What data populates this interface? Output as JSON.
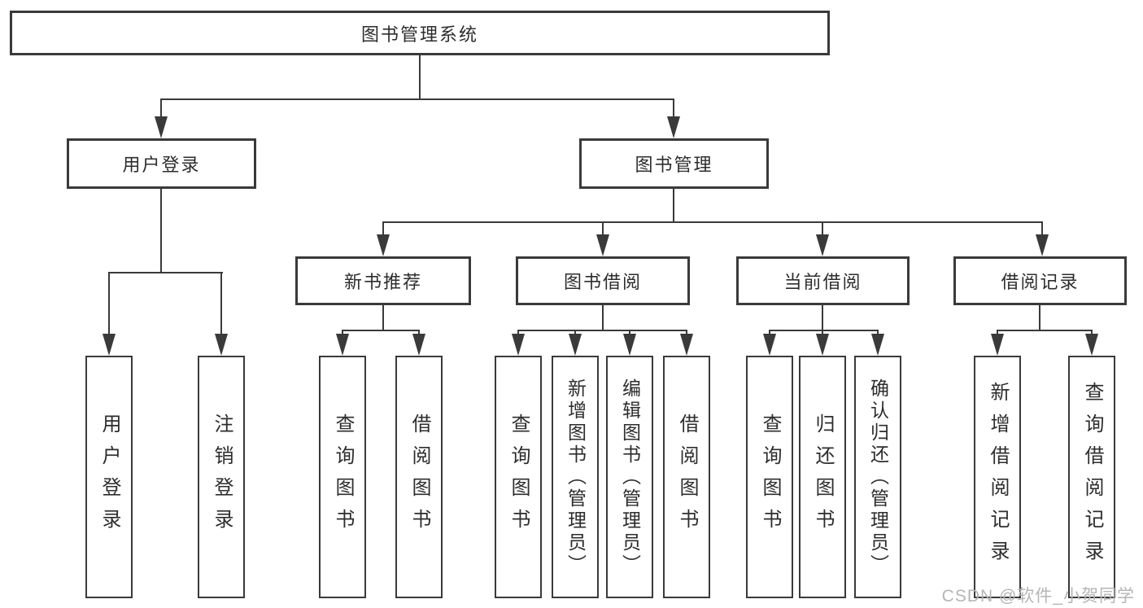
{
  "diagram": {
    "title": "图书管理系统",
    "nodes": {
      "user_login": "用户登录",
      "book_management": "图书管理",
      "new_book_recommendation": "新书推荐",
      "book_borrowing": "图书借阅",
      "current_borrowing": "当前借阅",
      "borrowing_records": "借阅记录",
      "leaf_user_login": "用户登录",
      "leaf_logout": "注销登录",
      "leaf_rec_query_book": "查询图书",
      "leaf_rec_borrow_book": "借阅图书",
      "leaf_bb_query_book": "查询图书",
      "leaf_bb_add_book": "新增图书（管理员）",
      "leaf_bb_edit_book": "编辑图书（管理员）",
      "leaf_bb_borrow_book": "借阅图书",
      "leaf_cb_query_book": "查询图书",
      "leaf_cb_return_book": "归还图书",
      "leaf_cb_confirm_return": "确认归还（管理员）",
      "leaf_br_add_record": "新增借阅记录",
      "leaf_br_query_record": "查询借阅记录"
    },
    "watermark": "CSDN @软件_小贺同学",
    "colors": {
      "line": "#3a3a3a",
      "text": "#2d2d2d",
      "watermark": "#b5b5b5",
      "background": "#ffffff"
    }
  }
}
